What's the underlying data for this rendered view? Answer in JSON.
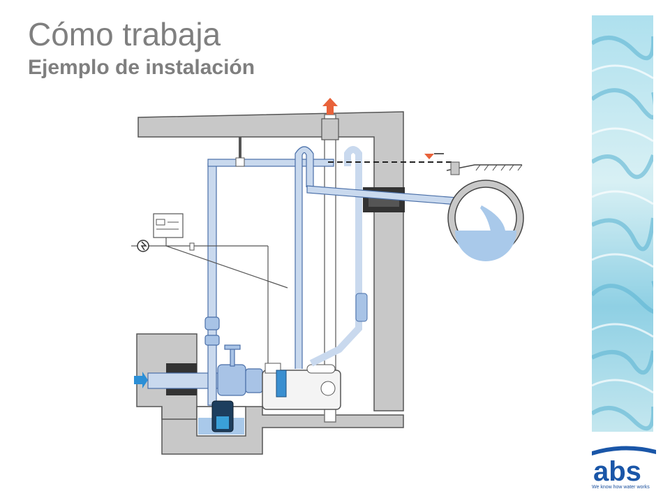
{
  "slide": {
    "title": "Cómo trabaja",
    "subtitle": "Ejemplo de instalación"
  },
  "brand": {
    "logo_text": "abs",
    "tagline": "We know how water works",
    "color": "#1a56a8"
  },
  "colors": {
    "concrete": "#c8c8c8",
    "pipe": "#c9d9ee",
    "pipe_stroke": "#4a6fa8",
    "water": "#a9c9ea",
    "arrow_up": "#e8623a",
    "arrow_in": "#2c8fd6"
  }
}
